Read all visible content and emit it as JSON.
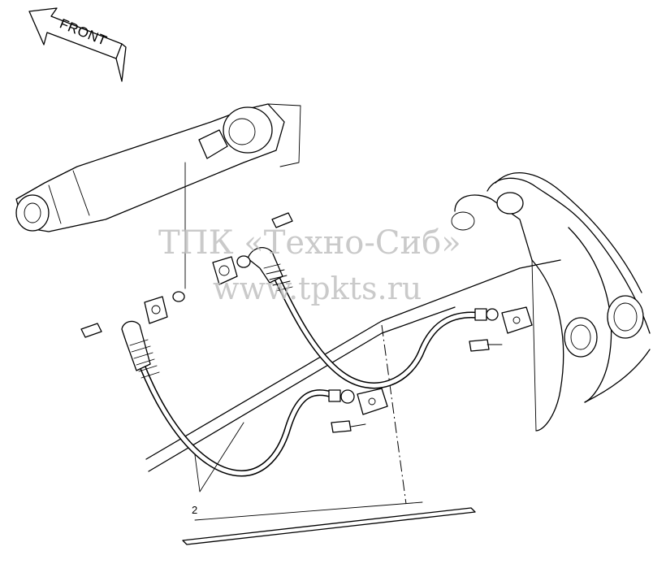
{
  "arrow_label": "FRONT",
  "callout_label": "2",
  "watermark_line1": "ТПК «Техно-Сиб»",
  "watermark_line2": "www.tpkts.ru"
}
